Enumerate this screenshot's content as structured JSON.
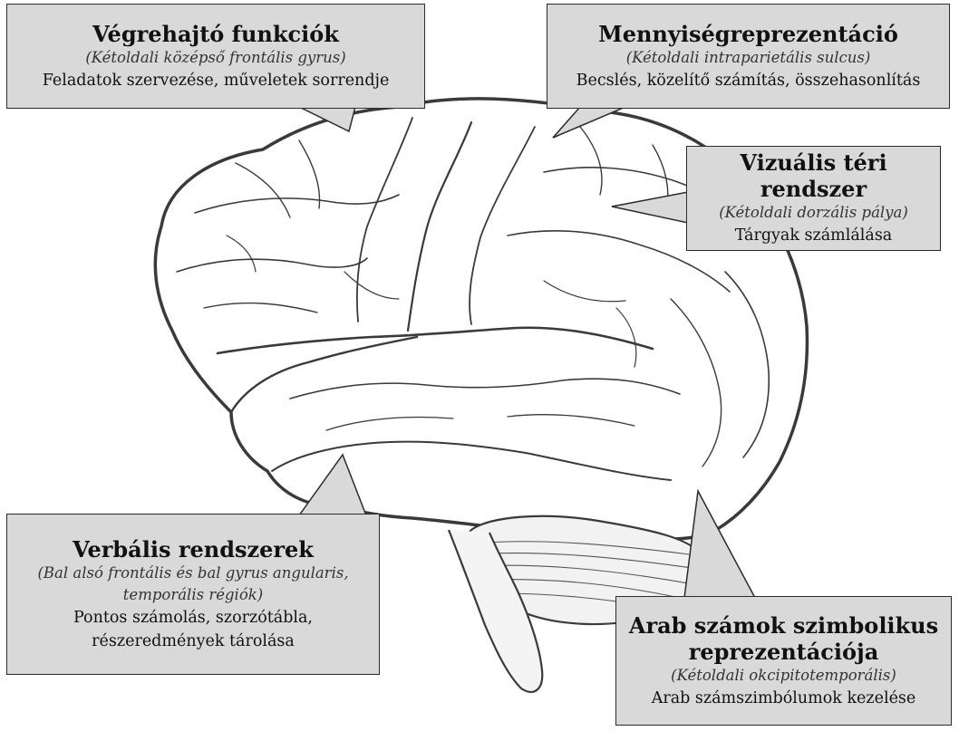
{
  "boxes": {
    "executive": {
      "title": "Végrehajtó funkciók",
      "region": "(Kétoldali középső frontális gyrus)",
      "description": "Feladatok szervezése, műveletek sorrendje"
    },
    "quantity": {
      "title": "Mennyiségreprezentáció",
      "region": "(Kétoldali intraparietális sulcus)",
      "description": "Becslés, közelítő számítás, összehasonlítás"
    },
    "visual": {
      "title": "Vizuális téri rendszer",
      "region": "(Kétoldali dorzális pálya)",
      "description": "Tárgyak számlálása"
    },
    "verbal": {
      "title": "Verbális rendszerek",
      "region_line1": "(Bal alsó frontális és bal gyrus angularis,",
      "region_line2": "temporális régiók)",
      "description_line1": "Pontos számolás, szorzótábla,",
      "description_line2": "részeredmények tárolása"
    },
    "arabic": {
      "title_line1": "Arab számok szimbolikus",
      "title_line2": "reprezentációja",
      "region": "(Kétoldali okcipitotemporális)",
      "description": "Arab számszimbólumok kezelése"
    }
  },
  "colors": {
    "box_fill": "#d9d9d9",
    "box_border": "#2b2b2b",
    "brain_stroke": "#3a3a3a"
  }
}
